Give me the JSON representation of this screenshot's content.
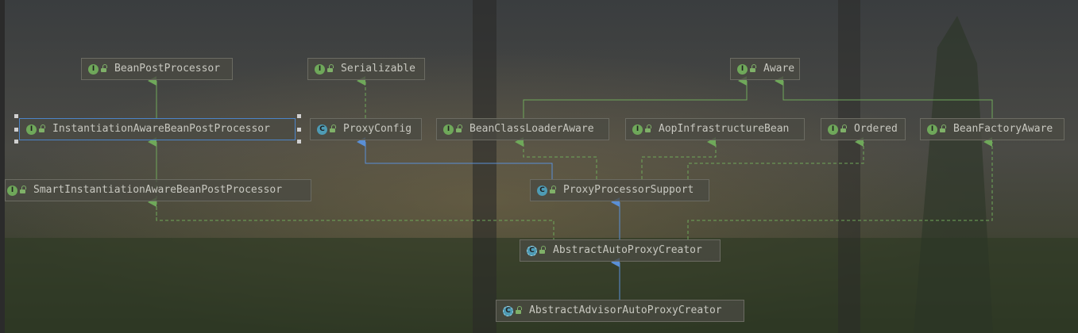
{
  "diagram": {
    "nodes": {
      "beanPostProcessor": {
        "name": "BeanPostProcessor",
        "kind": "I"
      },
      "serializable": {
        "name": "Serializable",
        "kind": "I"
      },
      "aware": {
        "name": "Aware",
        "kind": "I"
      },
      "instantiationAware": {
        "name": "InstantiationAwareBeanPostProcessor",
        "kind": "I"
      },
      "proxyConfig": {
        "name": "ProxyConfig",
        "kind": "C"
      },
      "beanClassLoaderAware": {
        "name": "BeanClassLoaderAware",
        "kind": "I"
      },
      "aopInfrastructureBean": {
        "name": "AopInfrastructureBean",
        "kind": "I"
      },
      "ordered": {
        "name": "Ordered",
        "kind": "I"
      },
      "beanFactoryAware": {
        "name": "BeanFactoryAware",
        "kind": "I"
      },
      "smartInstantiationAware": {
        "name": "SmartInstantiationAwareBeanPostProcessor",
        "kind": "I"
      },
      "proxyProcessorSupport": {
        "name": "ProxyProcessorSupport",
        "kind": "C"
      },
      "abstractAutoProxyCreator": {
        "name": "AbstractAutoProxyCreator",
        "kind": "C"
      },
      "abstractAdvisorAutoProxyCreator": {
        "name": "AbstractAdvisorAutoProxyCreator",
        "kind": "C"
      }
    },
    "colors": {
      "implements": "#6fa85a",
      "extends": "#5a8fd6",
      "selection": "#4c84c8"
    }
  }
}
